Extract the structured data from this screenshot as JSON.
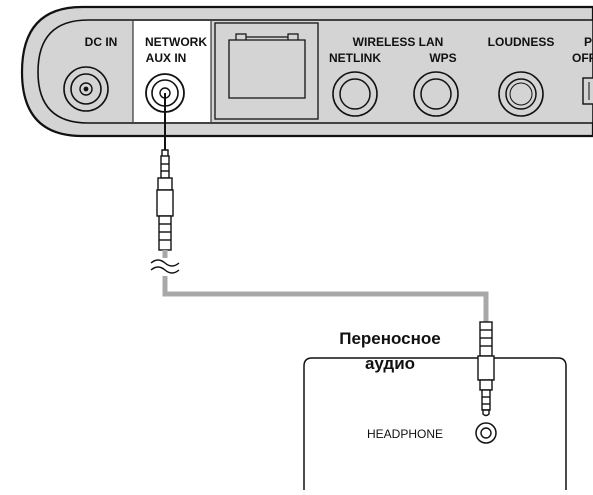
{
  "panel": {
    "dc_in": "DC IN",
    "network_line1": "NETWORK",
    "network_line2": "AUX IN",
    "wireless_lan": "WIRELESS LAN",
    "netlink": "NETLINK",
    "wps": "WPS",
    "loudness": "LOUDNESS",
    "power_partial": "PO",
    "off_partial": "OFF"
  },
  "device": {
    "title_line1": "Переносное",
    "title_line2": "аудио",
    "headphone_label": "HEADPHONE"
  },
  "colors": {
    "panel_fill": "#d4d4d4",
    "highlight_fill": "#ffffff",
    "cable": "#a8a8a8",
    "line": "#111111"
  }
}
